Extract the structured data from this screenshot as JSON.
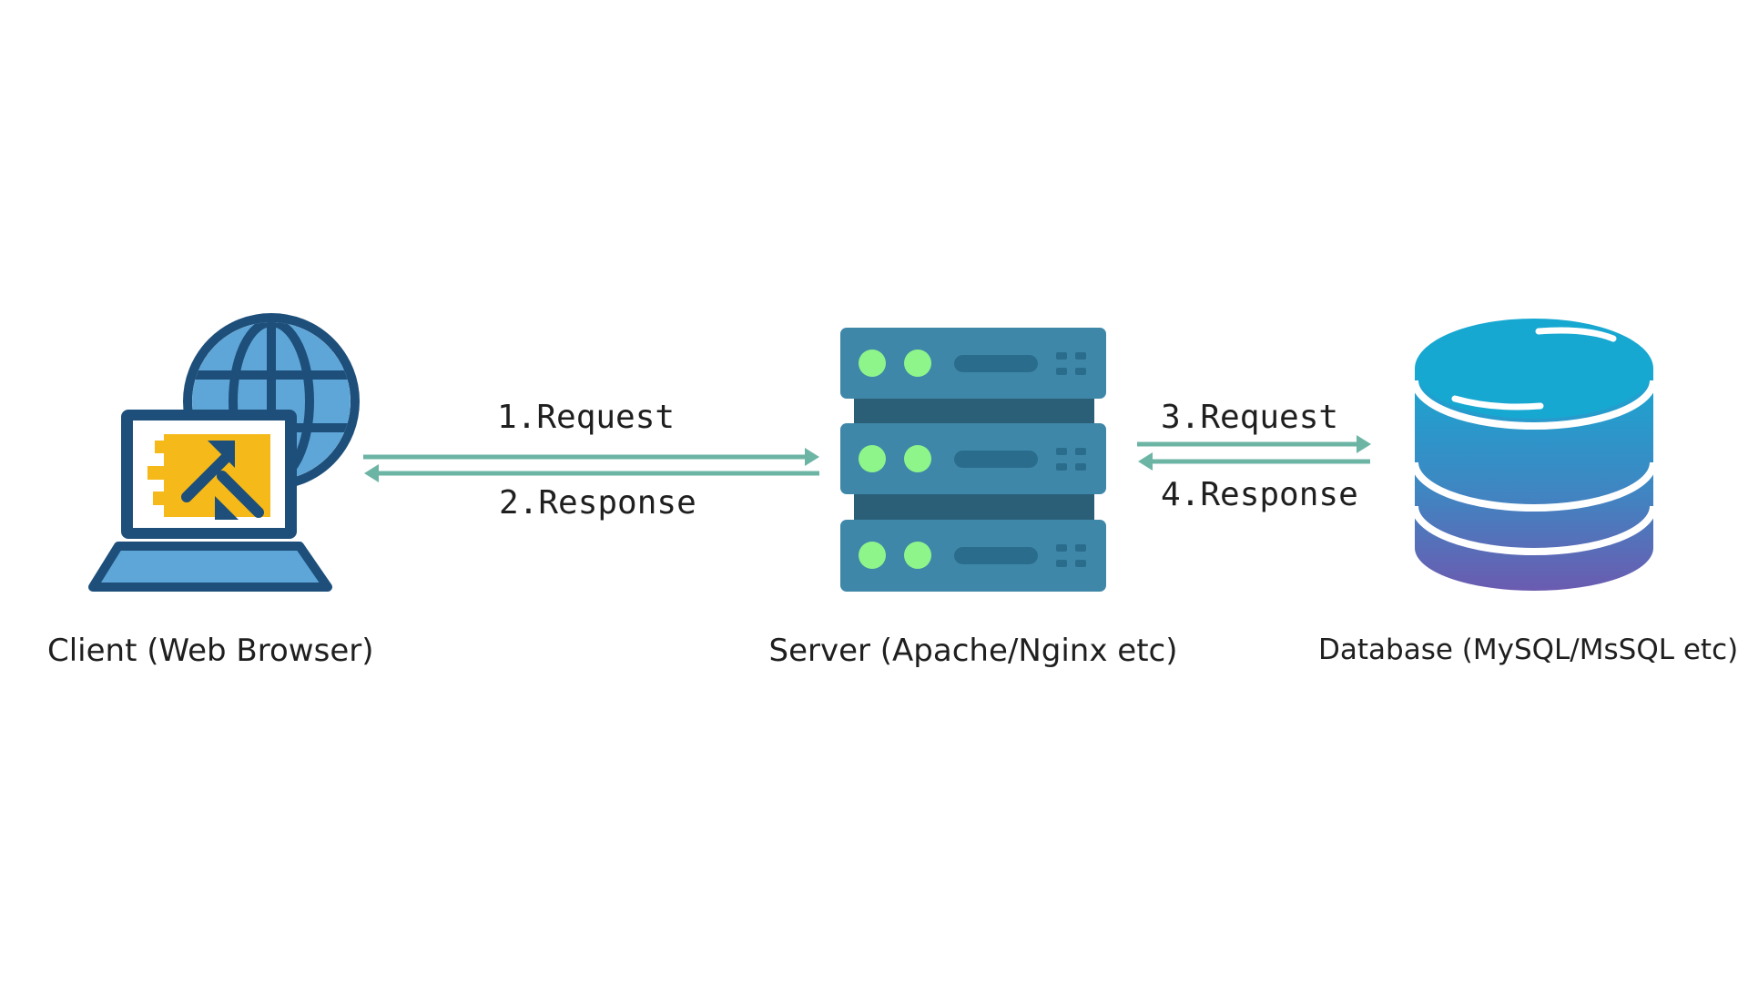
{
  "nodes": {
    "client": {
      "label": "Client (Web Browser)",
      "icon": "laptop-globe-icon"
    },
    "server": {
      "label": "Server (Apache/Nginx etc)",
      "icon": "server-rack-icon"
    },
    "database": {
      "label": "Database (MySQL/MsSQL etc)",
      "icon": "database-icon"
    }
  },
  "edges": {
    "client_server_request": "1.Request",
    "server_client_response": "2.Response",
    "server_db_request": "3.Request",
    "db_server_response": "4.Response"
  },
  "colors": {
    "arrow": "#6cb5a5",
    "navy": "#1d4f7a",
    "globe_fill": "#5fa6d8",
    "screen_yellow": "#f5b919",
    "server_body": "#3f87a8",
    "server_gap": "#2a5f77",
    "server_led": "#8ef58a",
    "db_top": "#17a8d2",
    "db_bottom": "#6b5bb0"
  }
}
